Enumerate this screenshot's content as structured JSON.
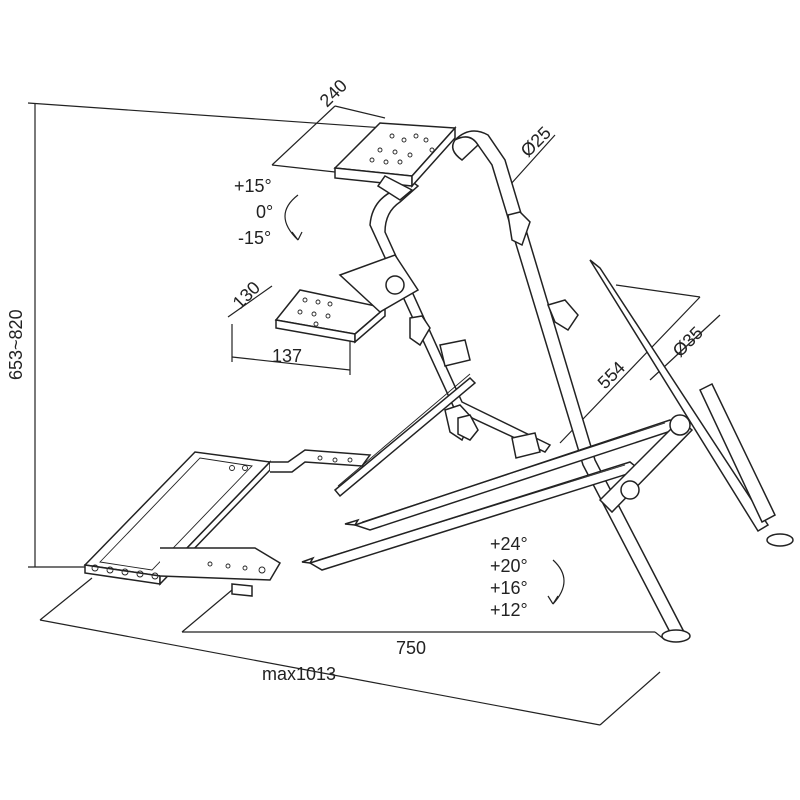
{
  "dimensions": {
    "pedal_plate_width": "240",
    "tube_diameter_small": "Ø25",
    "plate_tilt": [
      "+15°",
      "0°",
      "-15°"
    ],
    "shifter_plate_depth": "130",
    "shifter_plate_width": "137",
    "height_range": "653~820",
    "arm_length": "554",
    "tube_diameter_large": "Ø35",
    "base_angle": [
      "+24°",
      "+20°",
      "+16°",
      "+12°"
    ],
    "base_depth": "750",
    "max_length": "max1013"
  }
}
